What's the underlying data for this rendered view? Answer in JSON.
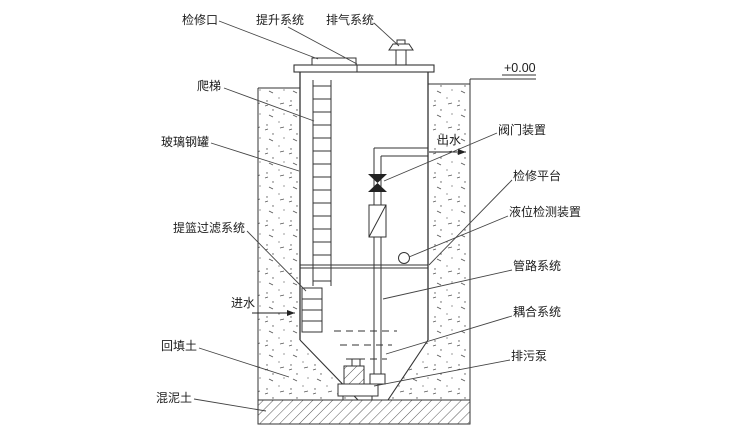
{
  "diagram": {
    "type": "integrated-pump-station-section",
    "colors": {
      "line": "#333333",
      "background": "#ffffff",
      "soil_speckle": "#555555"
    },
    "labels": {
      "access_port": "检修口",
      "lifting_system": "提升系统",
      "exhaust_system": "排气系统",
      "ladder": "爬梯",
      "frp_tank": "玻璃钢罐",
      "basket_filter": "提篮过滤系统",
      "inlet": "进水",
      "backfill": "回填土",
      "concrete": "混泥土",
      "level_mark": "+0.00",
      "outlet": "出水",
      "valve_device": "阀门装置",
      "service_platform": "检修平台",
      "level_sensor": "液位检测装置",
      "piping_system": "管路系统",
      "coupling_system": "耦合系统",
      "sewage_pump": "排污泵"
    }
  }
}
